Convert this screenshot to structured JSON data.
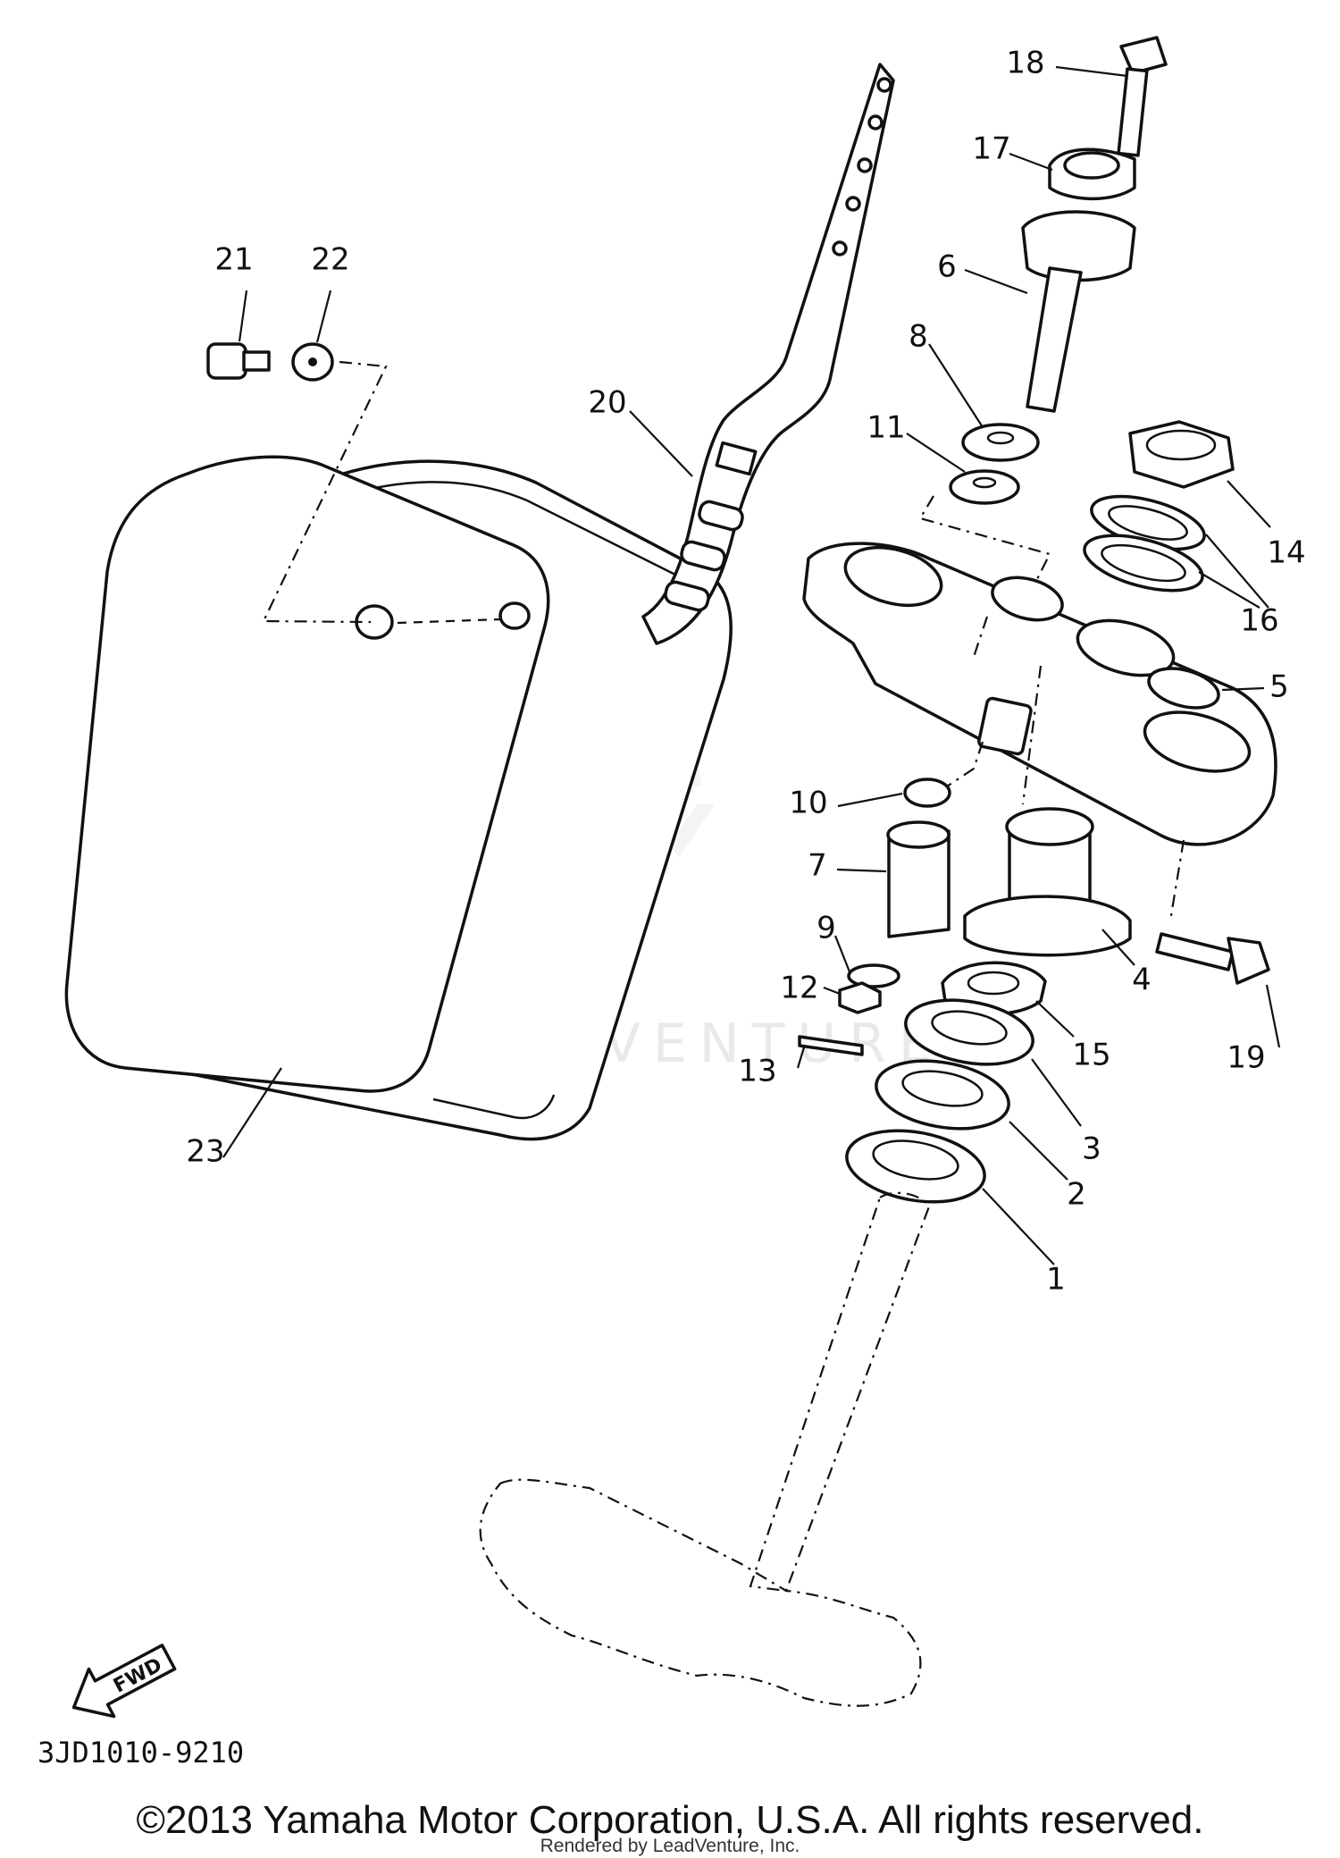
{
  "watermark": "LEADVENTURE",
  "drawing_number": "3JD1010-9210",
  "fwd_label": "FWD",
  "copyright": "©2013 Yamaha Motor Corporation, U.S.A. All rights reserved.",
  "rendered_by": "Rendered by LeadVenture, Inc.",
  "callouts": [
    "1",
    "2",
    "3",
    "4",
    "5",
    "6",
    "7",
    "8",
    "9",
    "10",
    "11",
    "12",
    "13",
    "14",
    "15",
    "16",
    "17",
    "18",
    "19",
    "20",
    "21",
    "22",
    "23"
  ]
}
